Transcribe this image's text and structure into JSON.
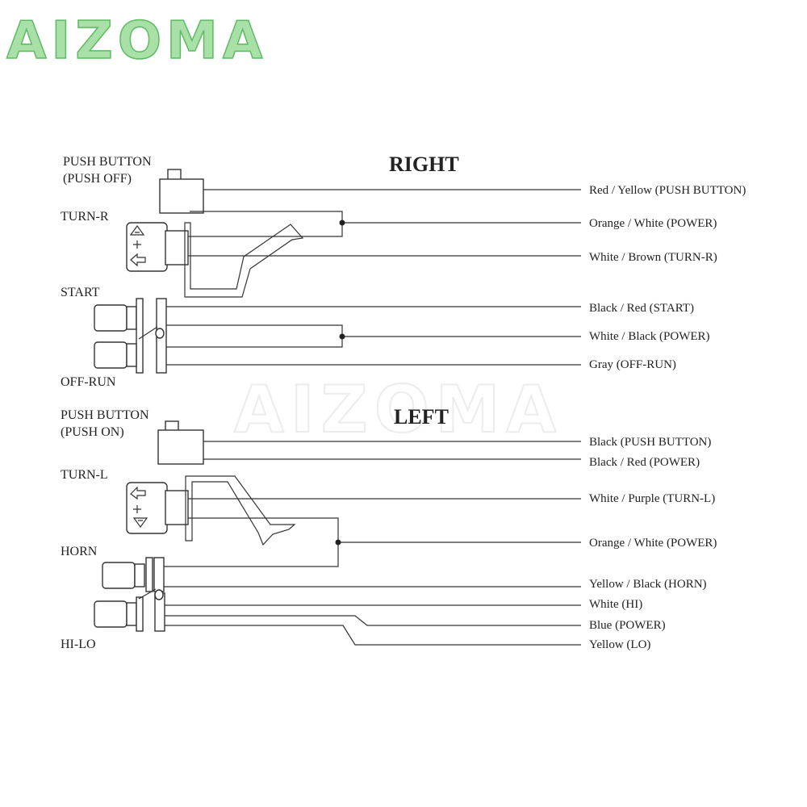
{
  "brand": {
    "logo_text": "AIZOMA",
    "watermark_text": "AIZOMA",
    "logo_color": "#a8e0a8"
  },
  "right": {
    "title": "RIGHT",
    "labels": {
      "push_button": "PUSH BUTTON",
      "push_off": "(PUSH OFF)",
      "turn_r": "TURN-R",
      "start": "START",
      "off_run": "OFF-RUN"
    },
    "wires": [
      "Red / Yellow (PUSH BUTTON)",
      "Orange / White (POWER)",
      "White / Brown (TURN-R)",
      "Black / Red (START)",
      "White / Black (POWER)",
      "Gray (OFF-RUN)"
    ]
  },
  "left": {
    "title": "LEFT",
    "labels": {
      "push_button": "PUSH BUTTON",
      "push_on": "(PUSH ON)",
      "turn_l": "TURN-L",
      "horn": "HORN",
      "hi_lo": "HI-LO"
    },
    "wires": [
      "Black (PUSH BUTTON)",
      "Black / Red (POWER)",
      "White / Purple (TURN-L)",
      "Orange / White (POWER)",
      "Yellow / Black (HORN)",
      "White (HI)",
      "Blue (POWER)",
      "Yellow (LO)"
    ]
  }
}
